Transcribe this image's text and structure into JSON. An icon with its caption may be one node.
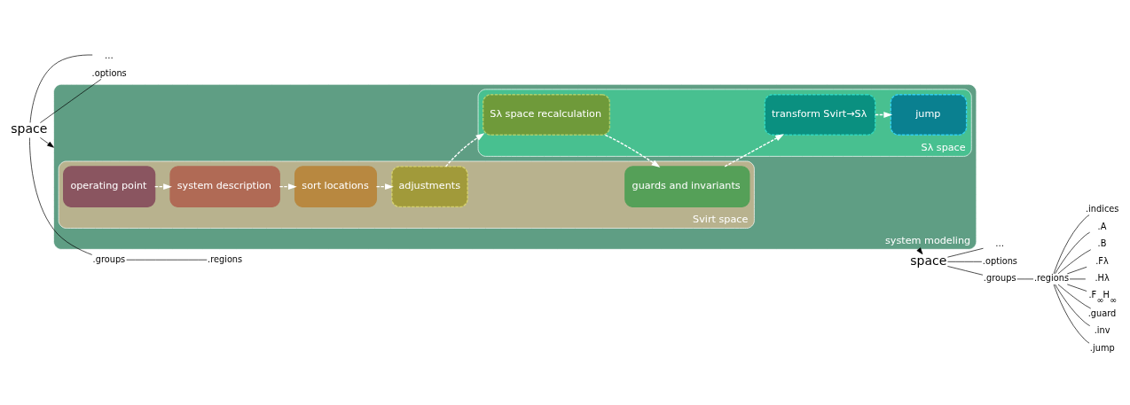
{
  "diagram": {
    "nodes": [
      {
        "text": [
          "space"
        ]
      },
      {
        "text": [
          "…"
        ]
      },
      {
        "text": [
          ".options"
        ]
      },
      {
        "text": [
          ".groups"
        ]
      },
      {
        "text": [
          ".regions"
        ]
      },
      {
        "text": [
          "system modeling"
        ]
      },
      {
        "text": [
          "Svirt space"
        ],
        "in": 5
      },
      {
        "text": [
          "operating point"
        ],
        "in": 6
      },
      {
        "text": [
          "adjustments"
        ],
        "in": 6
      },
      {
        "text": [
          "Sλ space"
        ],
        "in": 5
      },
      {
        "text": [
          "Sλ space recalculation"
        ],
        "in": 9
      },
      {
        "text": [
          "jump"
        ],
        "in": 9
      },
      {
        "text": [
          "system description"
        ],
        "in": 6
      },
      {
        "text": [
          "sort locations"
        ],
        "in": 6
      },
      {
        "text": [
          "guards and invariants"
        ],
        "in": 6
      },
      {
        "text": [
          "transform Svirt→Sλ"
        ],
        "in": 9
      },
      {
        "text": [
          "space"
        ]
      },
      {
        "text": [
          "…"
        ]
      },
      {
        "text": [
          ".options"
        ]
      },
      {
        "text": [
          ".groups"
        ]
      },
      {
        "text": [
          ".regions"
        ]
      },
      {
        "text": [
          ".indices"
        ]
      },
      {
        "text": [
          ".A"
        ]
      },
      {
        "text": [
          ".B"
        ]
      },
      {
        "text": [
          ".Fλ"
        ]
      },
      {
        "text": [
          ".Hλ"
        ]
      },
      {
        "text": [
          ".F$_{∞}$H$_{∞}$"
        ]
      },
      {
        "text": [
          ".guard"
        ]
      },
      {
        "text": [
          ".inv"
        ]
      },
      {
        "text": [
          ".jump"
        ]
      }
    ],
    "edges": [
      {
        "from": 0,
        "to": 5,
        "arrow": "to"
      },
      {
        "from": 0,
        "to": 1,
        "arrow": "none"
      },
      {
        "from": 0,
        "to": 2,
        "arrow": "none"
      },
      {
        "from": 0,
        "to": 3,
        "arrow": "none"
      },
      {
        "from": 3,
        "to": 4,
        "arrow": "none"
      },
      {
        "from": 7,
        "to": 12,
        "arrow": "to",
        "style": "dashed",
        "color": "#ffffff"
      },
      {
        "from": 12,
        "to": 13,
        "arrow": "to",
        "style": "dashed",
        "color": "#ffffff"
      },
      {
        "from": 13,
        "to": 8,
        "arrow": "to",
        "style": "dashed",
        "color": "#ffffff"
      },
      {
        "from": 8,
        "to": 10,
        "arrow": "to",
        "style": "dashed",
        "color": "#ffffff"
      },
      {
        "from": 10,
        "to": 14,
        "arrow": "to",
        "style": "dashed",
        "color": "#ffffff"
      },
      {
        "from": 14,
        "to": 15,
        "arrow": "to",
        "style": "dashed",
        "color": "#ffffff"
      },
      {
        "from": 15,
        "to": 11,
        "arrow": "to",
        "style": "dashed",
        "color": "#ffffff"
      },
      {
        "from": 5,
        "to": 16,
        "arrow": "to"
      },
      {
        "from": 16,
        "to": 17,
        "arrow": "none"
      },
      {
        "from": 16,
        "to": 18,
        "arrow": "none"
      },
      {
        "from": 16,
        "to": 19,
        "arrow": "none"
      },
      {
        "from": 19,
        "to": 20,
        "arrow": "none"
      },
      {
        "from": 20,
        "to": 21,
        "arrow": "none"
      },
      {
        "from": 20,
        "to": 22,
        "arrow": "none"
      },
      {
        "from": 20,
        "to": 23,
        "arrow": "none"
      },
      {
        "from": 20,
        "to": 24,
        "arrow": "none"
      },
      {
        "from": 20,
        "to": 25,
        "arrow": "none"
      },
      {
        "from": 20,
        "to": 26,
        "arrow": "none"
      },
      {
        "from": 20,
        "to": 27,
        "arrow": "none"
      },
      {
        "from": 20,
        "to": 28,
        "arrow": "none"
      },
      {
        "from": 20,
        "to": 29,
        "arrow": "none"
      }
    ]
  }
}
